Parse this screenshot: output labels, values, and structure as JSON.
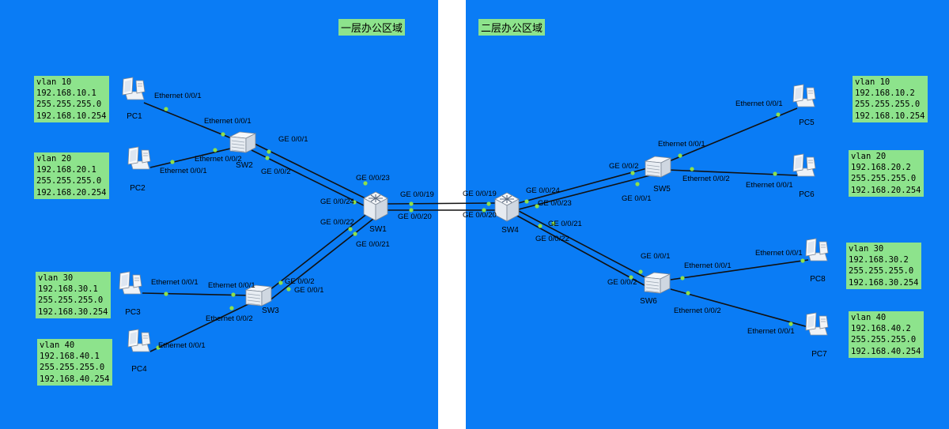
{
  "areas": [
    {
      "id": "left",
      "title": "一层办公区域"
    },
    {
      "id": "right",
      "title": "二层办公区域"
    }
  ],
  "devices": [
    {
      "id": "PC1",
      "type": "pc",
      "label": "PC1"
    },
    {
      "id": "PC2",
      "type": "pc",
      "label": "PC2"
    },
    {
      "id": "PC3",
      "type": "pc",
      "label": "PC3"
    },
    {
      "id": "PC4",
      "type": "pc",
      "label": "PC4"
    },
    {
      "id": "PC5",
      "type": "pc",
      "label": "PC5"
    },
    {
      "id": "PC6",
      "type": "pc",
      "label": "PC6"
    },
    {
      "id": "PC7",
      "type": "pc",
      "label": "PC7"
    },
    {
      "id": "PC8",
      "type": "pc",
      "label": "PC8"
    },
    {
      "id": "SW1",
      "type": "core-switch",
      "label": "SW1"
    },
    {
      "id": "SW2",
      "type": "switch",
      "label": "SW2"
    },
    {
      "id": "SW3",
      "type": "switch",
      "label": "SW3"
    },
    {
      "id": "SW4",
      "type": "core-switch",
      "label": "SW4"
    },
    {
      "id": "SW5",
      "type": "switch",
      "label": "SW5"
    },
    {
      "id": "SW6",
      "type": "switch",
      "label": "SW6"
    }
  ],
  "links": [
    {
      "a": "PC1",
      "b": "SW2",
      "a_port": "Ethernet 0/0/1",
      "b_port": "Ethernet 0/0/1"
    },
    {
      "a": "PC2",
      "b": "SW2",
      "a_port": "Ethernet 0/0/1",
      "b_port": "Ethernet 0/0/2"
    },
    {
      "a": "SW2",
      "b": "SW1",
      "a_port": "GE 0/0/1",
      "b_port": "GE 0/0/23"
    },
    {
      "a": "SW2",
      "b": "SW1",
      "a_port": "GE 0/0/2",
      "b_port": "GE 0/0/24"
    },
    {
      "a": "PC3",
      "b": "SW3",
      "a_port": "Ethernet 0/0/1",
      "b_port": "Ethernet 0/0/1"
    },
    {
      "a": "PC4",
      "b": "SW3",
      "a_port": "Ethernet 0/0/1",
      "b_port": "Ethernet 0/0/2"
    },
    {
      "a": "SW3",
      "b": "SW1",
      "a_port": "GE 0/0/2",
      "b_port": "GE 0/0/22"
    },
    {
      "a": "SW3",
      "b": "SW1",
      "a_port": "GE 0/0/1",
      "b_port": "GE 0/0/21"
    },
    {
      "a": "SW1",
      "b": "SW4",
      "a_port": "GE 0/0/19",
      "b_port": "GE 0/0/19"
    },
    {
      "a": "SW1",
      "b": "SW4",
      "a_port": "GE 0/0/20",
      "b_port": "GE 0/0/20"
    },
    {
      "a": "SW4",
      "b": "SW5",
      "a_port": "GE 0/0/24",
      "b_port": "GE 0/0/2"
    },
    {
      "a": "SW4",
      "b": "SW5",
      "a_port": "GE 0/0/23",
      "b_port": "GE 0/0/1"
    },
    {
      "a": "SW4",
      "b": "SW6",
      "a_port": "GE 0/0/21",
      "b_port": "GE 0/0/1"
    },
    {
      "a": "SW4",
      "b": "SW6",
      "a_port": "GE 0/0/22",
      "b_port": "GE 0/0/2"
    },
    {
      "a": "SW5",
      "b": "PC5",
      "a_port": "Ethernet 0/0/1",
      "b_port": "Ethernet 0/0/1"
    },
    {
      "a": "SW5",
      "b": "PC6",
      "a_port": "Ethernet 0/0/2",
      "b_port": "Ethernet 0/0/1"
    },
    {
      "a": "SW6",
      "b": "PC8",
      "a_port": "Ethernet 0/0/1",
      "b_port": "Ethernet 0/0/1"
    },
    {
      "a": "SW6",
      "b": "PC7",
      "a_port": "Ethernet 0/0/2",
      "b_port": "Ethernet 0/0/1"
    }
  ],
  "info_boxes": [
    {
      "id": "pc1-info",
      "lines": [
        "vlan 10",
        "192.168.10.1",
        "255.255.255.0",
        "192.168.10.254"
      ]
    },
    {
      "id": "pc2-info",
      "lines": [
        "vlan 20",
        "192.168.20.1",
        "255.255.255.0",
        "192.168.20.254"
      ]
    },
    {
      "id": "pc3-info",
      "lines": [
        "vlan 30",
        "192.168.30.1",
        "255.255.255.0",
        "192.168.30.254"
      ]
    },
    {
      "id": "pc4-info",
      "lines": [
        "vlan 40",
        "192.168.40.1",
        "255.255.255.0",
        "192.168.40.254"
      ]
    },
    {
      "id": "pc5-info",
      "lines": [
        "vlan 10",
        "192.168.10.2",
        "255.255.255.0",
        "192.168.10.254"
      ]
    },
    {
      "id": "pc6-info",
      "lines": [
        "vlan 20",
        "192.168.20.2",
        "255.255.255.0",
        "192.168.20.254"
      ]
    },
    {
      "id": "pc8-info",
      "lines": [
        "vlan 30",
        "192.168.30.2",
        "255.255.255.0",
        "192.168.30.254"
      ]
    },
    {
      "id": "pc7-info",
      "lines": [
        "vlan 40",
        "192.168.40.2",
        "255.255.255.0",
        "192.168.40.254"
      ]
    }
  ],
  "colors": {
    "area_background": "#0a7cf5",
    "label_background": "#8de38c",
    "link": "#111111",
    "port_dot": "#8ee04a"
  }
}
